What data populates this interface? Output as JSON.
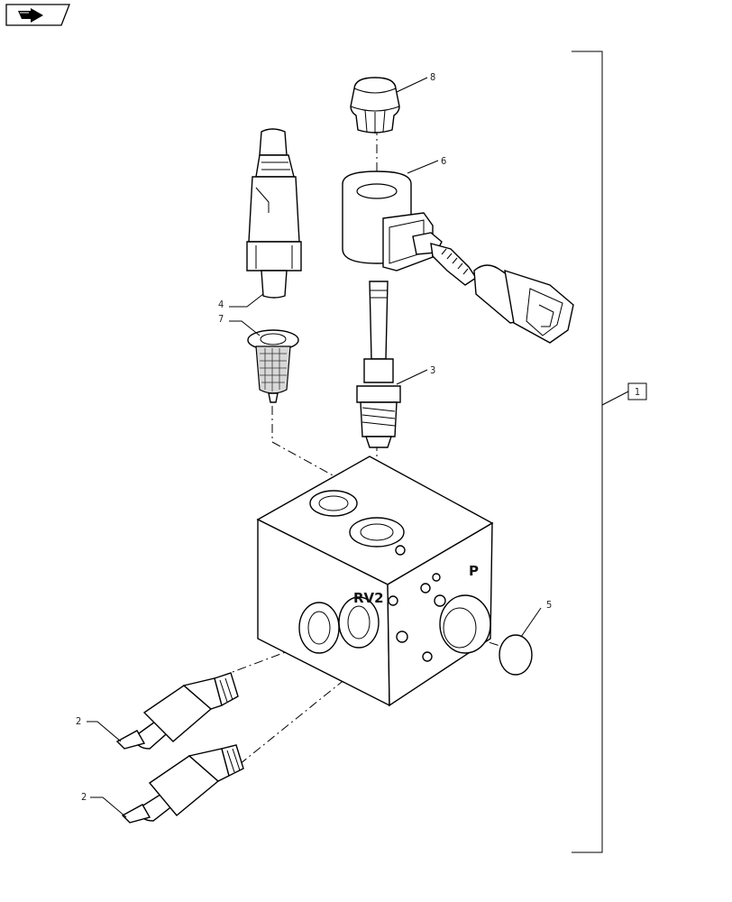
{
  "nav": {
    "icon": "book-arrow-icon"
  },
  "assembly_label": "1",
  "ports": {
    "rv2": "RV2",
    "p": "P"
  },
  "callouts": {
    "c8": "8",
    "c6": "6",
    "c4": "4",
    "c7": "7",
    "c3": "3",
    "c5": "5",
    "c2a": "2",
    "c2b": "2"
  }
}
